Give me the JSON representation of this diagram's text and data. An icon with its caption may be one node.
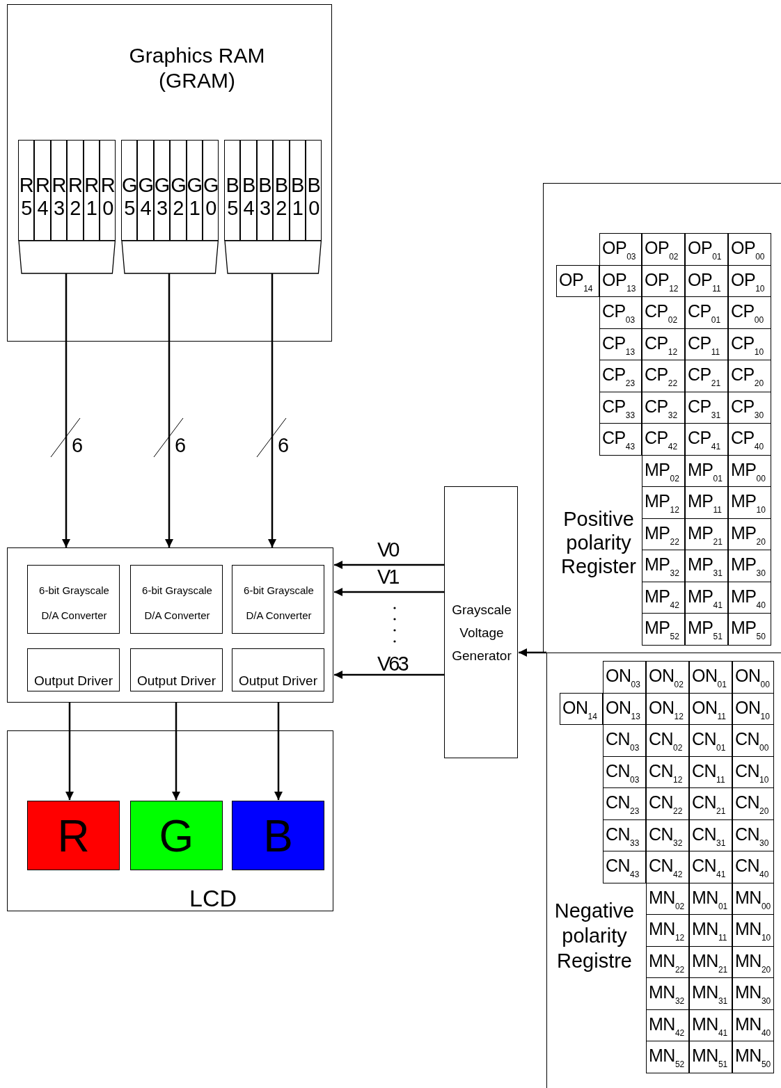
{
  "diagram": {
    "nodes": [
      {
        "text": [
          "Graphics RAM (GRAM)"
        ]
      },
      {
        "text": [
          "R 5"
        ],
        "in": 0
      },
      {
        "text": [
          "R 4"
        ],
        "in": 0
      },
      {
        "text": [
          "R 3"
        ],
        "in": 0
      },
      {
        "text": [
          "R 2"
        ],
        "in": 0
      },
      {
        "text": [
          "R 1"
        ],
        "in": 0
      },
      {
        "text": [
          "R 0"
        ],
        "in": 0
      },
      {
        "text": [
          "G 5"
        ],
        "in": 0
      },
      {
        "text": [
          "G 4"
        ],
        "in": 0
      },
      {
        "text": [
          "G 3"
        ],
        "in": 0
      },
      {
        "text": [
          "G 2"
        ],
        "in": 0
      },
      {
        "text": [
          "G 1"
        ],
        "in": 0
      },
      {
        "text": [
          "G 0"
        ],
        "in": 0
      },
      {
        "text": [
          "B 5"
        ],
        "in": 0
      },
      {
        "text": [
          "B 4"
        ],
        "in": 0
      },
      {
        "text": [
          "B 3"
        ],
        "in": 0
      },
      {
        "text": [
          "B 2"
        ],
        "in": 0
      },
      {
        "text": [
          "B 1"
        ],
        "in": 0
      },
      {
        "text": [
          "B 0"
        ],
        "in": 0
      },
      {
        "text": [],
        "shape": "trapezoid",
        "in": 0
      },
      {
        "text": [],
        "shape": "trapezoid",
        "in": 0
      },
      {
        "text": [],
        "shape": "trapezoid",
        "in": 0
      },
      {
        "text": [],
        "shape": "box"
      },
      {
        "text": [
          "6-bit Grayscale D/A Converter"
        ],
        "in": 22
      },
      {
        "text": [
          "6-bit Grayscale D/A Converter"
        ],
        "in": 22
      },
      {
        "text": [
          "6-bit Grayscale D/A Converter"
        ],
        "in": 22
      },
      {
        "text": [
          "Output Driver"
        ],
        "in": 22
      },
      {
        "text": [
          "Output Driver"
        ],
        "in": 22
      },
      {
        "text": [
          "Output Driver"
        ],
        "in": 22
      },
      {
        "text": [
          "LCD"
        ]
      },
      {
        "text": [
          "R"
        ],
        "in": 29
      },
      {
        "text": [
          "G"
        ],
        "in": 29
      },
      {
        "text": [
          "B"
        ],
        "in": 29
      },
      {
        "text": [
          "Grayscale Voltage Generator"
        ]
      },
      {
        "text": [
          "Positive polarity Register"
        ]
      },
      {
        "text": [
          "OP$_{03}$"
        ],
        "in": 34
      },
      {
        "text": [
          "OP$_{02}$"
        ],
        "in": 34
      },
      {
        "text": [
          "OP$_{01}$"
        ],
        "in": 34
      },
      {
        "text": [
          "OP$_{00}$"
        ],
        "in": 34
      },
      {
        "text": [
          "OP$_{14}$"
        ],
        "in": 34
      },
      {
        "text": [
          "OP$_{13}$"
        ],
        "in": 34
      },
      {
        "text": [
          "OP$_{12}$"
        ],
        "in": 34
      },
      {
        "text": [
          "OP$_{11}$"
        ],
        "in": 34
      },
      {
        "text": [
          "OP$_{10}$"
        ],
        "in": 34
      },
      {
        "text": [
          "CP$_{03}$"
        ],
        "in": 34
      },
      {
        "text": [
          "CP$_{02}$"
        ],
        "in": 34
      },
      {
        "text": [
          "CP$_{01}$"
        ],
        "in": 34
      },
      {
        "text": [
          "CP$_{00}$"
        ],
        "in": 34
      },
      {
        "text": [
          "CP$_{13}$"
        ],
        "in": 34
      },
      {
        "text": [
          "CP$_{12}$"
        ],
        "in": 34
      },
      {
        "text": [
          "CP$_{11}$"
        ],
        "in": 34
      },
      {
        "text": [
          "CP$_{10}$"
        ],
        "in": 34
      },
      {
        "text": [
          "CP$_{23}$"
        ],
        "in": 34
      },
      {
        "text": [
          "CP$_{22}$"
        ],
        "in": 34
      },
      {
        "text": [
          "CP$_{21}$"
        ],
        "in": 34
      },
      {
        "text": [
          "CP$_{20}$"
        ],
        "in": 34
      },
      {
        "text": [
          "CP$_{33}$"
        ],
        "in": 34
      },
      {
        "text": [
          "CP$_{32}$"
        ],
        "in": 34
      },
      {
        "text": [
          "CP$_{31}$"
        ],
        "in": 34
      },
      {
        "text": [
          "CP$_{30}$"
        ],
        "in": 34
      },
      {
        "text": [
          "CP$_{43}$"
        ],
        "in": 34
      },
      {
        "text": [
          "CP$_{42}$"
        ],
        "in": 34
      },
      {
        "text": [
          "CP$_{41}$"
        ],
        "in": 34
      },
      {
        "text": [
          "CP$_{40}$"
        ],
        "in": 34
      },
      {
        "text": [
          "MP$_{02}$"
        ],
        "in": 34
      },
      {
        "text": [
          "MP$_{01}$"
        ],
        "in": 34
      },
      {
        "text": [
          "MP$_{00}$"
        ],
        "in": 34
      },
      {
        "text": [
          "MP$_{12}$"
        ],
        "in": 34
      },
      {
        "text": [
          "MP$_{11}$"
        ],
        "in": 34
      },
      {
        "text": [
          "MP$_{10}$"
        ],
        "in": 34
      },
      {
        "text": [
          "MP$_{22}$"
        ],
        "in": 34
      },
      {
        "text": [
          "MP$_{21}$"
        ],
        "in": 34
      },
      {
        "text": [
          "MP$_{20}$"
        ],
        "in": 34
      },
      {
        "text": [
          "MP$_{32}$"
        ],
        "in": 34
      },
      {
        "text": [
          "MP$_{31}$"
        ],
        "in": 34
      },
      {
        "text": [
          "MP$_{30}$"
        ],
        "in": 34
      },
      {
        "text": [
          "MP$_{42}$"
        ],
        "in": 34
      },
      {
        "text": [
          "MP$_{41}$"
        ],
        "in": 34
      },
      {
        "text": [
          "MP$_{40}$"
        ],
        "in": 34
      },
      {
        "text": [
          "MP$_{52}$"
        ],
        "in": 34
      },
      {
        "text": [
          "MP$_{51}$"
        ],
        "in": 34
      },
      {
        "text": [
          "MP$_{50}$"
        ],
        "in": 34
      },
      {
        "text": [
          "Negative polarity Registre"
        ]
      },
      {
        "text": [
          "ON$_{03}$"
        ],
        "in": 82
      },
      {
        "text": [
          "ON$_{02}$"
        ],
        "in": 82
      },
      {
        "text": [
          "ON$_{01}$"
        ],
        "in": 82
      },
      {
        "text": [
          "ON$_{00}$"
        ],
        "in": 82
      },
      {
        "text": [
          "ON$_{14}$"
        ],
        "in": 82
      },
      {
        "text": [
          "ON$_{13}$"
        ],
        "in": 82
      },
      {
        "text": [
          "ON$_{12}$"
        ],
        "in": 82
      },
      {
        "text": [
          "ON$_{11}$"
        ],
        "in": 82
      },
      {
        "text": [
          "ON$_{10}$"
        ],
        "in": 82
      },
      {
        "text": [
          "CN$_{03}$"
        ],
        "in": 82
      },
      {
        "text": [
          "CN$_{02}$"
        ],
        "in": 82
      },
      {
        "text": [
          "CN$_{01}$"
        ],
        "in": 82
      },
      {
        "text": [
          "CN$_{00}$"
        ],
        "in": 82
      },
      {
        "text": [
          "CN$_{03}$"
        ],
        "in": 82
      },
      {
        "text": [
          "CN$_{12}$"
        ],
        "in": 82
      },
      {
        "text": [
          "CN$_{11}$"
        ],
        "in": 82
      },
      {
        "text": [
          "CN$_{10}$"
        ],
        "in": 82
      },
      {
        "text": [
          "CN$_{23}$"
        ],
        "in": 82
      },
      {
        "text": [
          "CN$_{22}$"
        ],
        "in": 82
      },
      {
        "text": [
          "CN$_{21}$"
        ],
        "in": 82
      },
      {
        "text": [
          "CN$_{20}$"
        ],
        "in": 82
      },
      {
        "text": [
          "CN$_{33}$"
        ],
        "in": 82
      },
      {
        "text": [
          "CN$_{32}$"
        ],
        "in": 82
      },
      {
        "text": [
          "CN$_{31}$"
        ],
        "in": 82
      },
      {
        "text": [
          "CN$_{30}$"
        ],
        "in": 82
      },
      {
        "text": [
          "CN$_{43}$"
        ],
        "in": 82
      },
      {
        "text": [
          "CN$_{42}$"
        ],
        "in": 82
      },
      {
        "text": [
          "CN$_{41}$"
        ],
        "in": 82
      },
      {
        "text": [
          "CN$_{40}$"
        ],
        "in": 82
      },
      {
        "text": [
          "MN$_{02}$"
        ],
        "in": 82
      },
      {
        "text": [
          "MN$_{01}$"
        ],
        "in": 82
      },
      {
        "text": [
          "MN$_{00}$"
        ],
        "in": 82
      },
      {
        "text": [
          "MN$_{12}$"
        ],
        "in": 82
      },
      {
        "text": [
          "MN$_{11}$"
        ],
        "in": 82
      },
      {
        "text": [
          "MN$_{10}$"
        ],
        "in": 82
      },
      {
        "text": [
          "MN$_{22}$"
        ],
        "in": 82
      },
      {
        "text": [
          "MN$_{21}$"
        ],
        "in": 82
      },
      {
        "text": [
          "MN$_{20}$"
        ],
        "in": 82
      },
      {
        "text": [
          "MN$_{32}$"
        ],
        "in": 82
      },
      {
        "text": [
          "MN$_{31}$"
        ],
        "in": 82
      },
      {
        "text": [
          "MN$_{30}$"
        ],
        "in": 82
      },
      {
        "text": [
          "MN$_{42}$"
        ],
        "in": 82
      },
      {
        "text": [
          "MN$_{41}$"
        ],
        "in": 82
      },
      {
        "text": [
          "MN$_{40}$"
        ],
        "in": 82
      },
      {
        "text": [
          "MN$_{52}$"
        ],
        "in": 82
      },
      {
        "text": [
          "MN$_{51}$"
        ],
        "in": 82
      },
      {
        "text": [
          "MN$_{50}$"
        ],
        "in": 82
      }
    ],
    "edges": [
      {
        "from": 19,
        "to": 22,
        "arrow": "to",
        "label": "6"
      },
      {
        "from": 20,
        "to": 22,
        "arrow": "to",
        "label": "6"
      },
      {
        "from": 21,
        "to": 22,
        "arrow": "to",
        "label": "6"
      },
      {
        "from": 33,
        "to": 22,
        "arrow": "to",
        "label": "V0"
      },
      {
        "from": 33,
        "to": 22,
        "arrow": "to",
        "label": "V1"
      },
      {
        "from": 33,
        "to": 22,
        "arrow": "to",
        "label": "V63"
      },
      {
        "from": 22,
        "to": 30,
        "arrow": "to"
      },
      {
        "from": 22,
        "to": 31,
        "arrow": "to"
      },
      {
        "from": 22,
        "to": 32,
        "arrow": "to"
      },
      {
        "from": 82,
        "to": 33,
        "arrow": "to"
      }
    ]
  }
}
